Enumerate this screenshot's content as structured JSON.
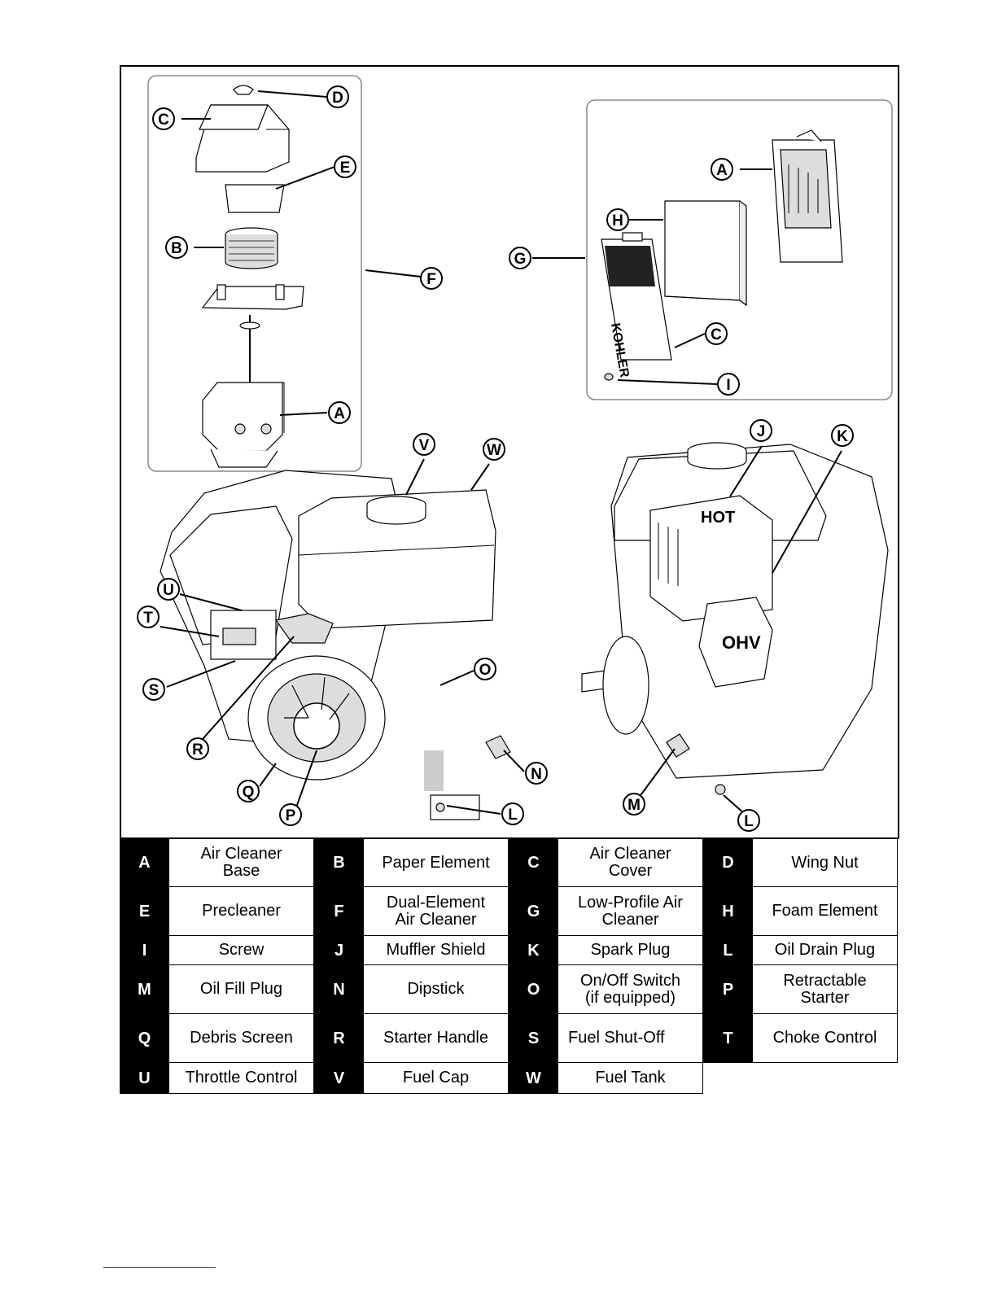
{
  "callouts": {
    "D": "D",
    "C_top": "C",
    "E": "E",
    "B": "B",
    "F": "F",
    "A_left": "A",
    "A_right": "A",
    "H": "H",
    "G": "G",
    "C_right": "C",
    "I": "I",
    "V": "V",
    "W": "W",
    "J": "J",
    "K": "K",
    "U": "U",
    "T": "T",
    "S": "S",
    "R": "R",
    "O": "O",
    "Q": "Q",
    "P": "P",
    "N": "N",
    "L_left": "L",
    "M": "M",
    "L_right": "L"
  },
  "engine_text": {
    "hot": "HOT",
    "ohv": "OHV",
    "brand": "KOHLER"
  },
  "legend": [
    {
      "letter": "A",
      "text": "Air Cleaner\nBase"
    },
    {
      "letter": "B",
      "text": "Paper Element"
    },
    {
      "letter": "C",
      "text": "Air Cleaner\nCover"
    },
    {
      "letter": "D",
      "text": "Wing Nut"
    },
    {
      "letter": "E",
      "text": "Precleaner"
    },
    {
      "letter": "F",
      "text": "Dual-Element\nAir Cleaner"
    },
    {
      "letter": "G",
      "text": "Low-Profile Air\nCleaner"
    },
    {
      "letter": "H",
      "text": "Foam Element"
    },
    {
      "letter": "I",
      "text": "Screw"
    },
    {
      "letter": "J",
      "text": "Muffler Shield"
    },
    {
      "letter": "K",
      "text": "Spark Plug"
    },
    {
      "letter": "L",
      "text": "Oil Drain Plug"
    },
    {
      "letter": "M",
      "text": "Oil Fill Plug"
    },
    {
      "letter": "N",
      "text": "Dipstick"
    },
    {
      "letter": "O",
      "text": "On/Off Switch\n(if equipped)"
    },
    {
      "letter": "P",
      "text": "Retractable\nStarter"
    },
    {
      "letter": "Q",
      "text": "Debris Screen"
    },
    {
      "letter": "R",
      "text": "Starter Handle"
    },
    {
      "letter": "S",
      "text": "Fuel Shut-Off"
    },
    {
      "letter": "T",
      "text": "Choke Control"
    },
    {
      "letter": "U",
      "text": "Throttle Control"
    },
    {
      "letter": "V",
      "text": "Fuel Cap"
    },
    {
      "letter": "W",
      "text": "Fuel Tank"
    }
  ]
}
